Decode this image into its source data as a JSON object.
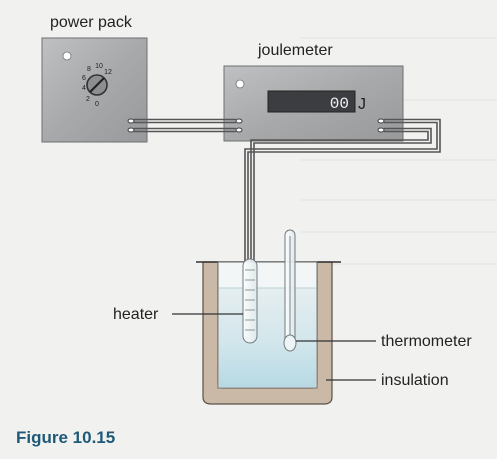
{
  "labels": {
    "power_pack": "power pack",
    "joulemeter": "joulemeter",
    "display_value": "00",
    "display_unit": "J",
    "heater": "heater",
    "thermometer": "thermometer",
    "insulation": "insulation"
  },
  "dial_scale": [
    "0",
    "2",
    "4",
    "6",
    "8",
    "10",
    "12"
  ],
  "caption": "Figure 10.15",
  "colors": {
    "background": "#f1f2f0",
    "instrument_panel": "#a9aaac",
    "display": "#3b3d40",
    "insulation": "#c9b9a6",
    "water": "#c4dfe8",
    "caption": "#1e5a78"
  }
}
